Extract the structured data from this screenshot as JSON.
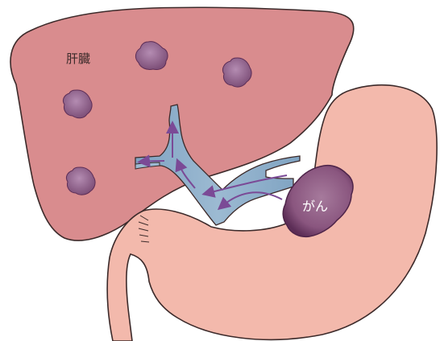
{
  "labels": {
    "liver": "肝臓",
    "cancer": "がん"
  },
  "colors": {
    "liver_fill": "#d98c8e",
    "liver_stroke": "#3c2a2a",
    "stomach_fill": "#f3b9ac",
    "stomach_stroke": "#3c2a2a",
    "vessel_fill": "#8fb0c9",
    "tumor_fill": "#9e6f97",
    "tumor_fill_dark": "#6e3d66",
    "arrow": "#7b4a96"
  },
  "icons": {
    "metastasis": "metastasis-nodule",
    "primary_tumor": "primary-tumor",
    "flow_arrow": "arrow-icon"
  }
}
